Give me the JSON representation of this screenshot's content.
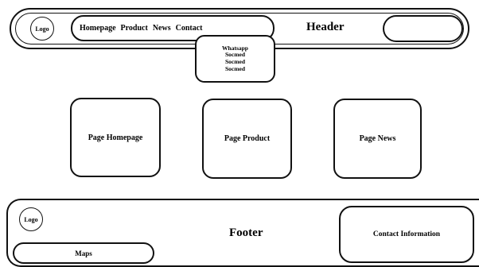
{
  "header": {
    "logo": "Logo",
    "nav": [
      "Homepage",
      "Product",
      "News",
      "Contact"
    ],
    "title": "Header",
    "right_box": ""
  },
  "dropdown": {
    "items": [
      "Whatsapp",
      "Socmed",
      "Socmed",
      "Socmed"
    ]
  },
  "pages": {
    "homepage": "Page Homepage",
    "product": "Page Product",
    "news": "Page News"
  },
  "footer": {
    "logo": "Logo",
    "title": "Footer",
    "maps": "Maps",
    "contact": "Contact Information"
  }
}
